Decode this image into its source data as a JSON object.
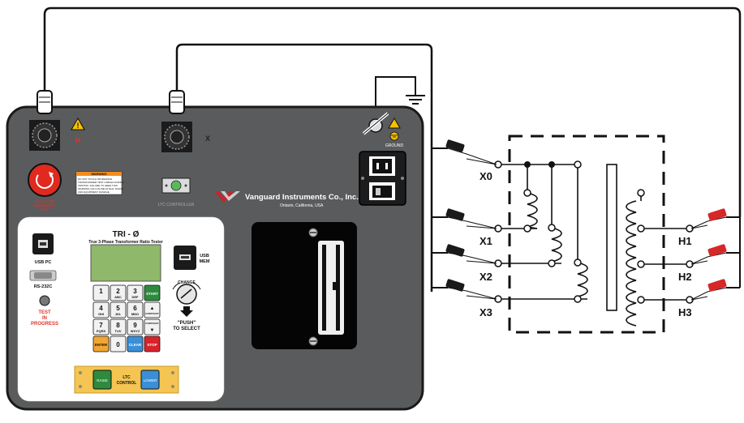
{
  "instrument": {
    "h_port_label": "H",
    "x_port_label": "X",
    "ground_label": "GROUND",
    "warning_title": "WARNING",
    "warning_lines": [
      "DO NOT TOUCH OR REMOVE",
      "TRANSFORMER TEST CABLES DURING",
      "TESTING. FAILURE TO HEED THIS",
      "WARNING CAN CAUSE LETHAL SHOCK",
      "AND EQUIPMENT DAMAGE"
    ],
    "emergency_lines": [
      "PUSH FOR",
      "EMERGENCY",
      "STOP"
    ],
    "ltc_port_label": "LTC CONTROLLER",
    "brand_name": "Vanguard Instruments Co., Inc.",
    "brand_location": "Ontario, California, USA"
  },
  "panel": {
    "model": "TRI - Ø",
    "subtitle": "True 3-Phase Transformer Ratio Tester",
    "usb_pc_label": "USB PC",
    "rs232_label": "RS-232C",
    "test_in_progress": [
      "TEST",
      "IN",
      "PROGRESS"
    ],
    "usb_mem_label": [
      "USB",
      "MEM"
    ],
    "change_label": "CHANGE",
    "push_label": "\"PUSH\"",
    "to_select_label": "TO SELECT",
    "keypad": [
      {
        "num": "1",
        "sub": ""
      },
      {
        "num": "2",
        "sub": "ABC"
      },
      {
        "num": "3",
        "sub": "DEF"
      },
      {
        "num": "4",
        "sub": "GHI"
      },
      {
        "num": "5",
        "sub": "JKL"
      },
      {
        "num": "6",
        "sub": "MNO"
      },
      {
        "num": "7",
        "sub": "PQRS"
      },
      {
        "num": "8",
        "sub": "TUV"
      },
      {
        "num": "9",
        "sub": "WXYZ"
      }
    ],
    "start_label": "START",
    "stop_label": "STOP",
    "enter_label": "ENTER",
    "zero_label": "0",
    "clear_label": "CLEAR",
    "contrast_up": "▲",
    "contrast_down": "▼",
    "contrast_label": "CONTRAST",
    "raise_label": "RAISE",
    "lower_label": "LOWER",
    "ltc_control_label": [
      "LTC",
      "CONTROL"
    ]
  },
  "terminals": {
    "x0": "X0",
    "x1": "X1",
    "x2": "X2",
    "x3": "X3",
    "h1": "H1",
    "h2": "H2",
    "h3": "H3"
  },
  "colors": {
    "case": "#5a5b5c",
    "case_border": "#1a1a1a",
    "red_clip": "#d62828",
    "black_clip": "#1a1a1a",
    "emergency": "#e02a20",
    "start": "#2e8b3e",
    "stop": "#d8232a",
    "clear": "#3a8fd6",
    "enter": "#f2a531",
    "ltc_bar": "#f4c552",
    "lcd": "#8fb86a",
    "warning": "#f6c100"
  }
}
